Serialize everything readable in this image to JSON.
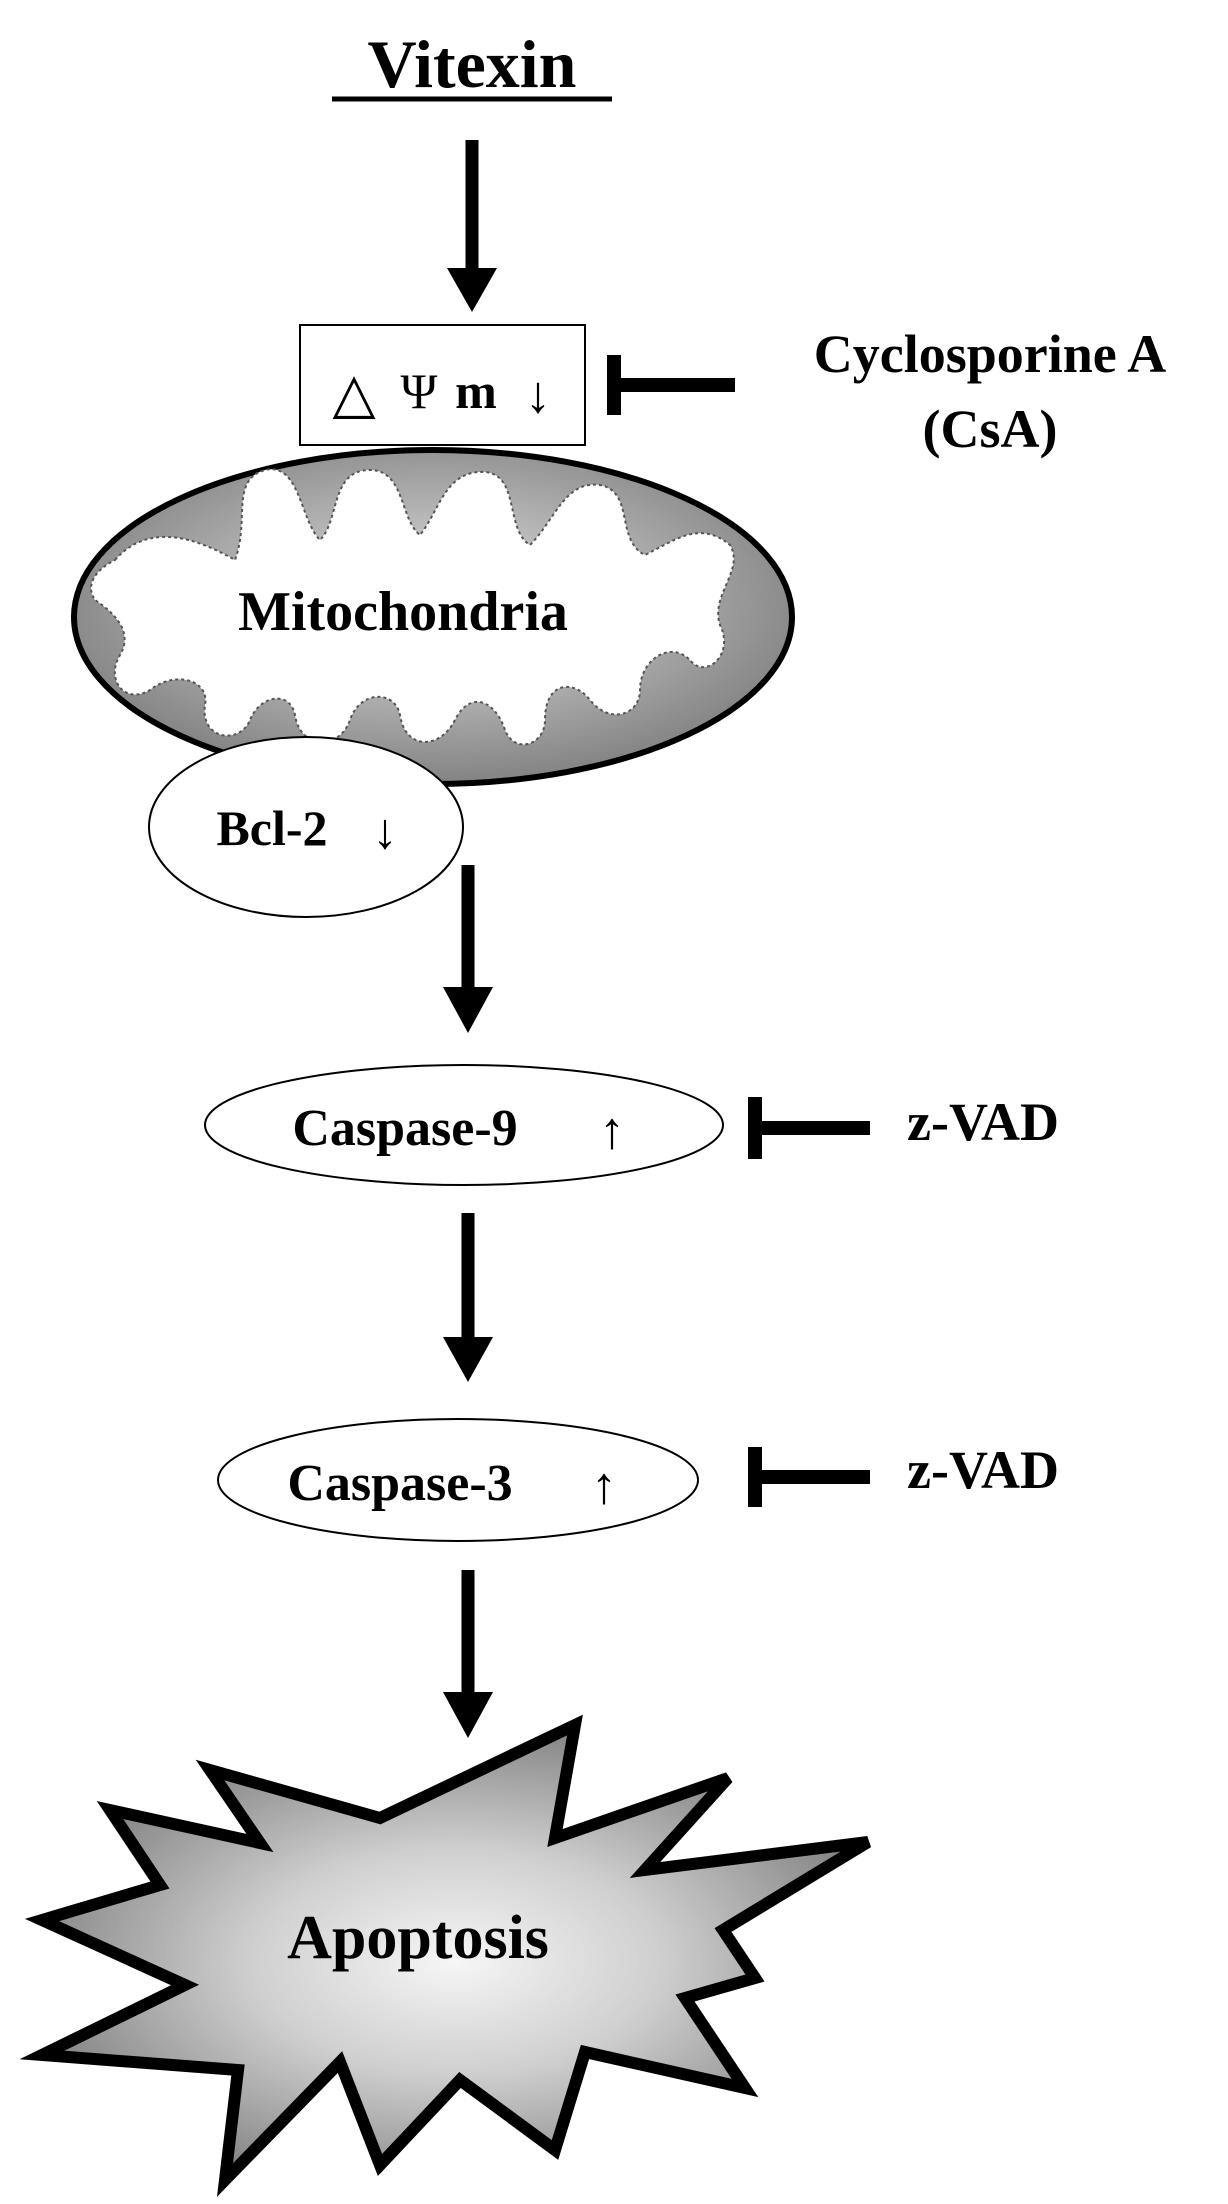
{
  "title": "Vitexin",
  "membrane_potential": {
    "delta": "△",
    "psi": "Ψ",
    "m": "m",
    "arrow": "↓"
  },
  "inhibitor_csa": {
    "line1": "Cyclosporine A",
    "line2": "(CsA)"
  },
  "organelle": "Mitochondria",
  "bcl2": {
    "label": "Bcl-2",
    "arrow": "↓"
  },
  "caspase9": {
    "label": "Caspase-9",
    "arrow": "↑"
  },
  "caspase3": {
    "label": "Caspase-3",
    "arrow": "↑"
  },
  "inhibitor_zvad_9": "z-VAD",
  "inhibitor_zvad_3": "z-VAD",
  "outcome": "Apoptosis",
  "colors": {
    "ink": "#000000",
    "background": "#ffffff",
    "mito_gray": "#7f7f7f",
    "mito_highlight": "#d8d8d8",
    "burst_center": "#f4f4f4",
    "burst_edge": "#8a8a8a"
  }
}
